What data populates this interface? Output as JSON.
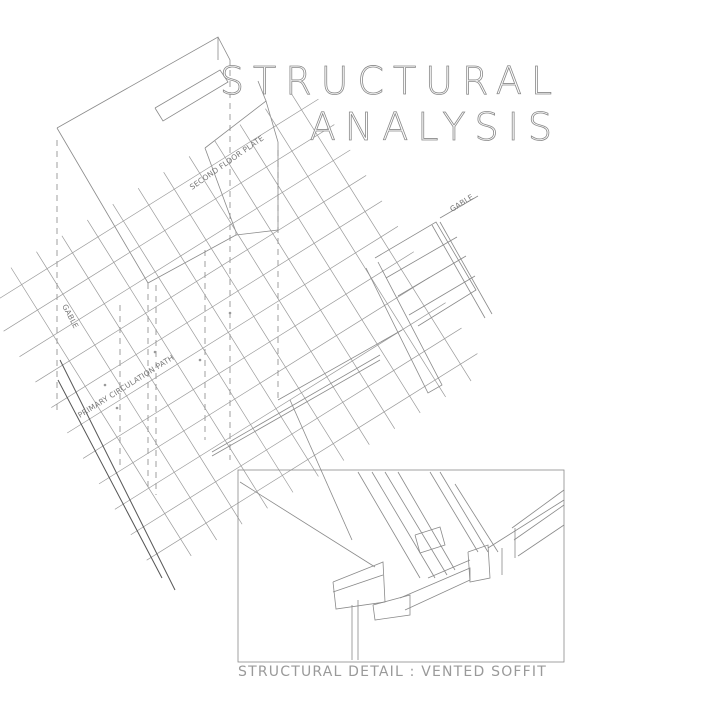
{
  "title": {
    "line1": "STRUCTURAL",
    "line2": "ANALYSIS"
  },
  "labels": {
    "second_floor_plate": "SECOND FLOOR PLATE",
    "gable_right": "GABLE",
    "gable_left": "GABLE",
    "primary_circulation_path": "PRIMARY CIRCULATION PATH"
  },
  "detail_caption": "STRUCTURAL DETAIL : VENTED SOFFIT"
}
